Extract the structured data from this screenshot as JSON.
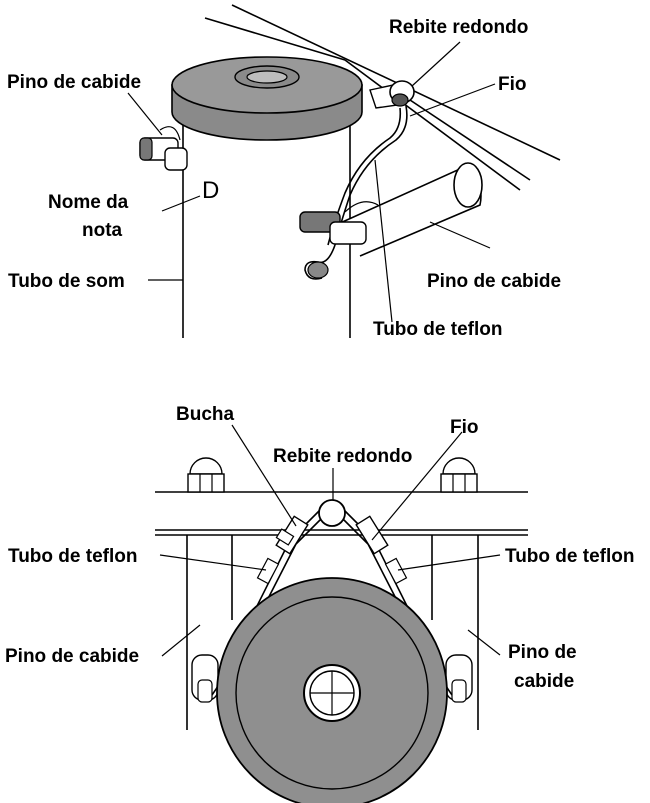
{
  "top_diagram": {
    "labels": {
      "pino_de_cabide_left": "Pino de cabide",
      "rebite_redondo": "Rebite redondo",
      "fio": "Fio",
      "nome_da_nota_line1": "Nome da",
      "nome_da_nota_line2": "nota",
      "note_letter": "D",
      "tubo_de_som": "Tubo de som",
      "pino_de_cabide_right": "Pino de cabide",
      "tubo_de_teflon": "Tubo de teflon"
    }
  },
  "bottom_diagram": {
    "labels": {
      "bucha": "Bucha",
      "fio": "Fio",
      "rebite_redondo": "Rebite redondo",
      "tubo_de_teflon_left": "Tubo de teflon",
      "tubo_de_teflon_right": "Tubo de teflon",
      "pino_de_cabide_left": "Pino de cabide",
      "pino_de_cabide_right_line1": "Pino de",
      "pino_de_cabide_right_line2": "cabide"
    }
  }
}
